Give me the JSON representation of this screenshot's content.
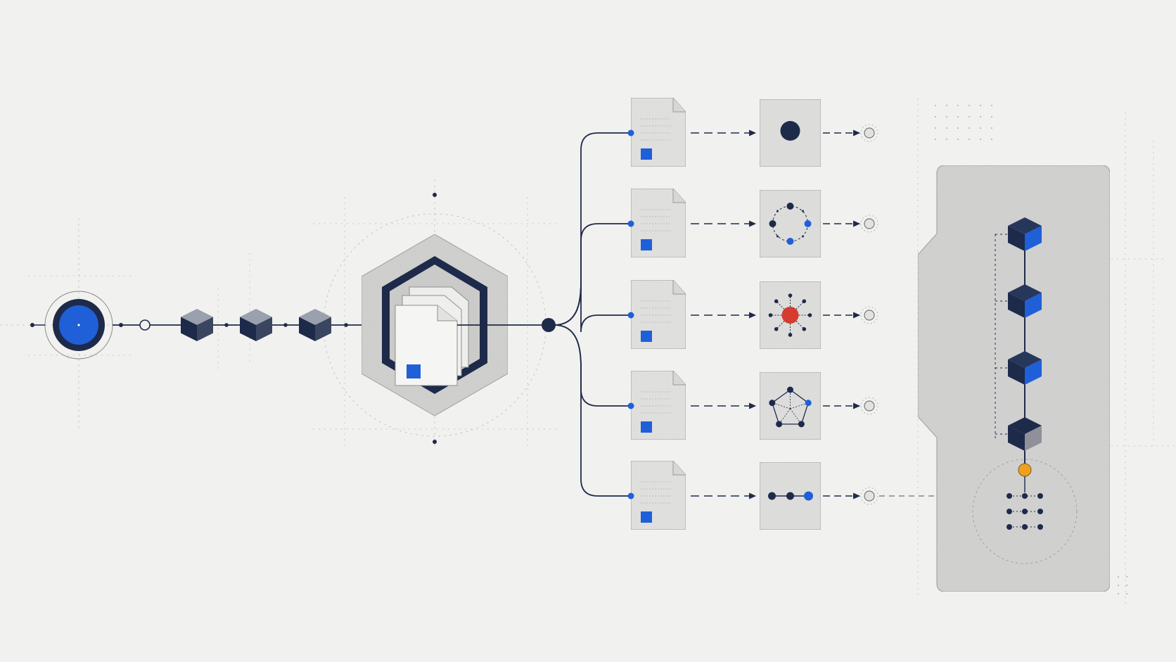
{
  "colors": {
    "background": "#f1f1ef",
    "navy": "#1e2a4a",
    "blue": "#1f5fd8",
    "red": "#d63b2f",
    "orange": "#f0a020",
    "line": "#1e2a4a",
    "guide": "#b4b4b4",
    "card": "#e6e6e4",
    "panel": "#dddddb"
  },
  "icons": {
    "source": "source-disc-icon",
    "ingest_cube": "cube-icon",
    "core": "document-stack-hexagon-icon",
    "hub": "hub-node-icon",
    "document": "document-icon",
    "terminal": "output-port-icon",
    "aggregate": "stacked-cube-pipeline-icon",
    "grid": "dot-grid-icon",
    "merge": "merge-node-icon"
  },
  "branches": [
    {
      "id": "single",
      "glyph": "single-node-icon",
      "accent": "#1e2a4a"
    },
    {
      "id": "ring",
      "glyph": "ring-graph-icon",
      "accent": "#1f5fd8"
    },
    {
      "id": "star",
      "glyph": "star-graph-icon",
      "accent": "#d63b2f"
    },
    {
      "id": "pentagon",
      "glyph": "pentagon-graph-icon",
      "accent": "#1f5fd8"
    },
    {
      "id": "chain",
      "glyph": "chain-graph-icon",
      "accent": "#1f5fd8"
    }
  ],
  "ingest_steps": 3,
  "aggregate_cubes": 4
}
